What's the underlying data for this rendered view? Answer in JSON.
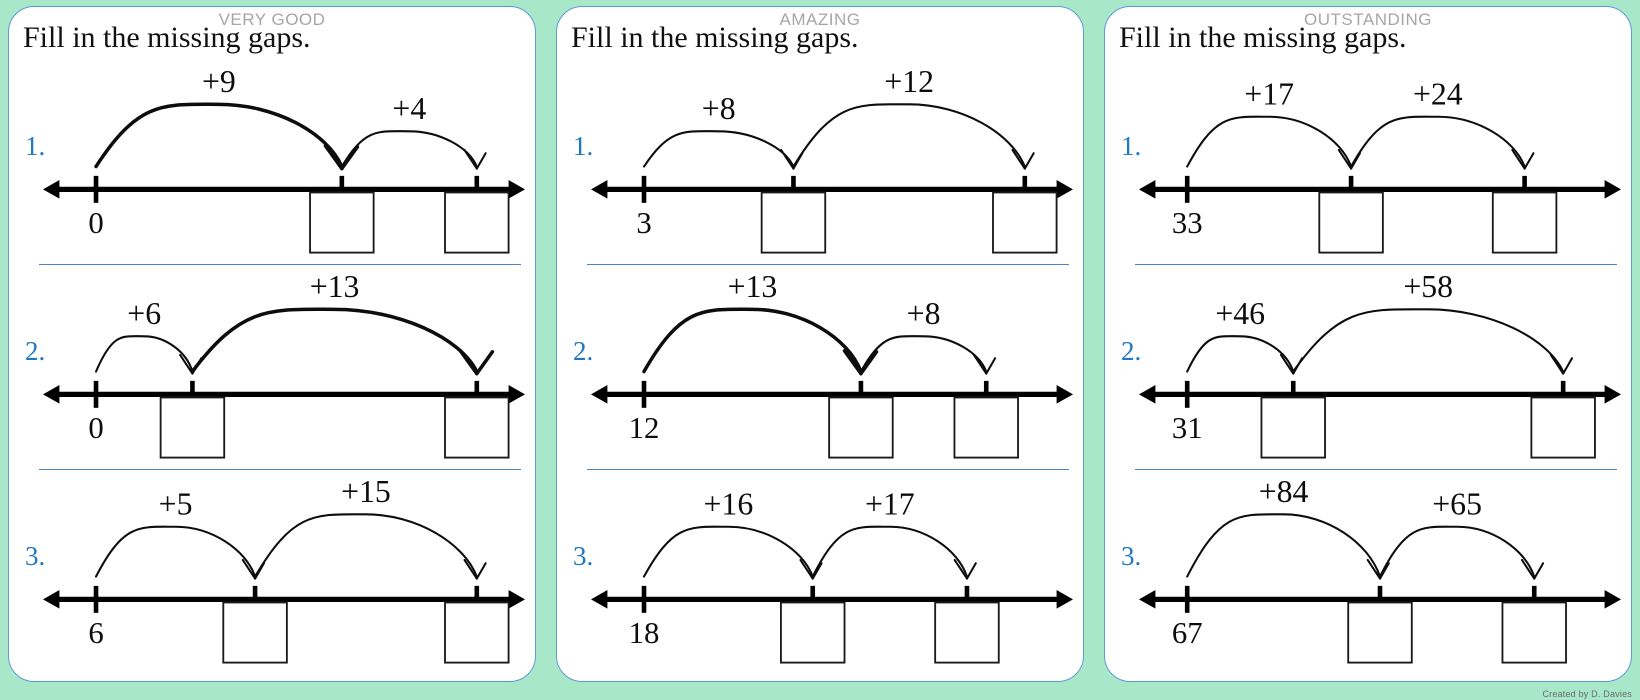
{
  "worksheet": {
    "credit": "Created by D. Davies",
    "accent_blue": "#1f78c1",
    "background": "#a8e8c9",
    "panel_border": "#5b9bd5",
    "rank_color": "#a6a6a6",
    "divider_color": "#4a86c8"
  },
  "panels": [
    {
      "rank": "VERY GOOD",
      "title": "Fill in the missing gaps.",
      "rows": [
        {
          "number": "1.",
          "start": "0",
          "jump1": "+9",
          "jump2": "+4",
          "box1": "",
          "box2": "",
          "tick1_pct": 11,
          "tick2_pct": 62,
          "tick3_pct": 90,
          "arc1_style": "long-thick",
          "arc2_style": "short-thin"
        },
        {
          "number": "2.",
          "start": "0",
          "jump1": "+6",
          "jump2": "+13",
          "box1": "",
          "box2": "",
          "tick1_pct": 11,
          "tick2_pct": 31,
          "tick3_pct": 90,
          "arc1_style": "short-thin",
          "arc2_style": "long-thick"
        },
        {
          "number": "3.",
          "start": "6",
          "jump1": "+5",
          "jump2": "+15",
          "box1": "",
          "box2": "",
          "tick1_pct": 11,
          "tick2_pct": 44,
          "tick3_pct": 90,
          "arc1_style": "long-thin",
          "arc2_style": "long-thin"
        }
      ]
    },
    {
      "rank": "AMAZING",
      "title": "Fill in the missing gaps.",
      "rows": [
        {
          "number": "1.",
          "start": "3",
          "jump1": "+8",
          "jump2": "+12",
          "box1": "",
          "box2": "",
          "tick1_pct": 11,
          "tick2_pct": 42,
          "tick3_pct": 90,
          "arc1_style": "short-thin",
          "arc2_style": "long-thin"
        },
        {
          "number": "2.",
          "start": "12",
          "jump1": "+13",
          "jump2": "+8",
          "box1": "",
          "box2": "",
          "tick1_pct": 11,
          "tick2_pct": 56,
          "tick3_pct": 82,
          "arc1_style": "long-thick",
          "arc2_style": "short-thin"
        },
        {
          "number": "3.",
          "start": "18",
          "jump1": "+16",
          "jump2": "+17",
          "box1": "",
          "box2": "",
          "tick1_pct": 11,
          "tick2_pct": 46,
          "tick3_pct": 78,
          "arc1_style": "long-thin",
          "arc2_style": "long-thin"
        }
      ]
    },
    {
      "rank": "OUTSTANDING",
      "title": "Fill in the missing gaps.",
      "rows": [
        {
          "number": "1.",
          "start": "33",
          "jump1": "+17",
          "jump2": "+24",
          "box1": "",
          "box2": "",
          "tick1_pct": 10,
          "tick2_pct": 44,
          "tick3_pct": 80,
          "arc1_style": "long-thin",
          "arc2_style": "long-thin"
        },
        {
          "number": "2.",
          "start": "31",
          "jump1": "+46",
          "jump2": "+58",
          "box1": "",
          "box2": "",
          "tick1_pct": 10,
          "tick2_pct": 32,
          "tick3_pct": 88,
          "arc1_style": "short-thin",
          "arc2_style": "long-thin"
        },
        {
          "number": "3.",
          "start": "67",
          "jump1": "+84",
          "jump2": "+65",
          "box1": "",
          "box2": "",
          "tick1_pct": 10,
          "tick2_pct": 50,
          "tick3_pct": 82,
          "arc1_style": "long-thin",
          "arc2_style": "long-thin"
        }
      ]
    }
  ]
}
